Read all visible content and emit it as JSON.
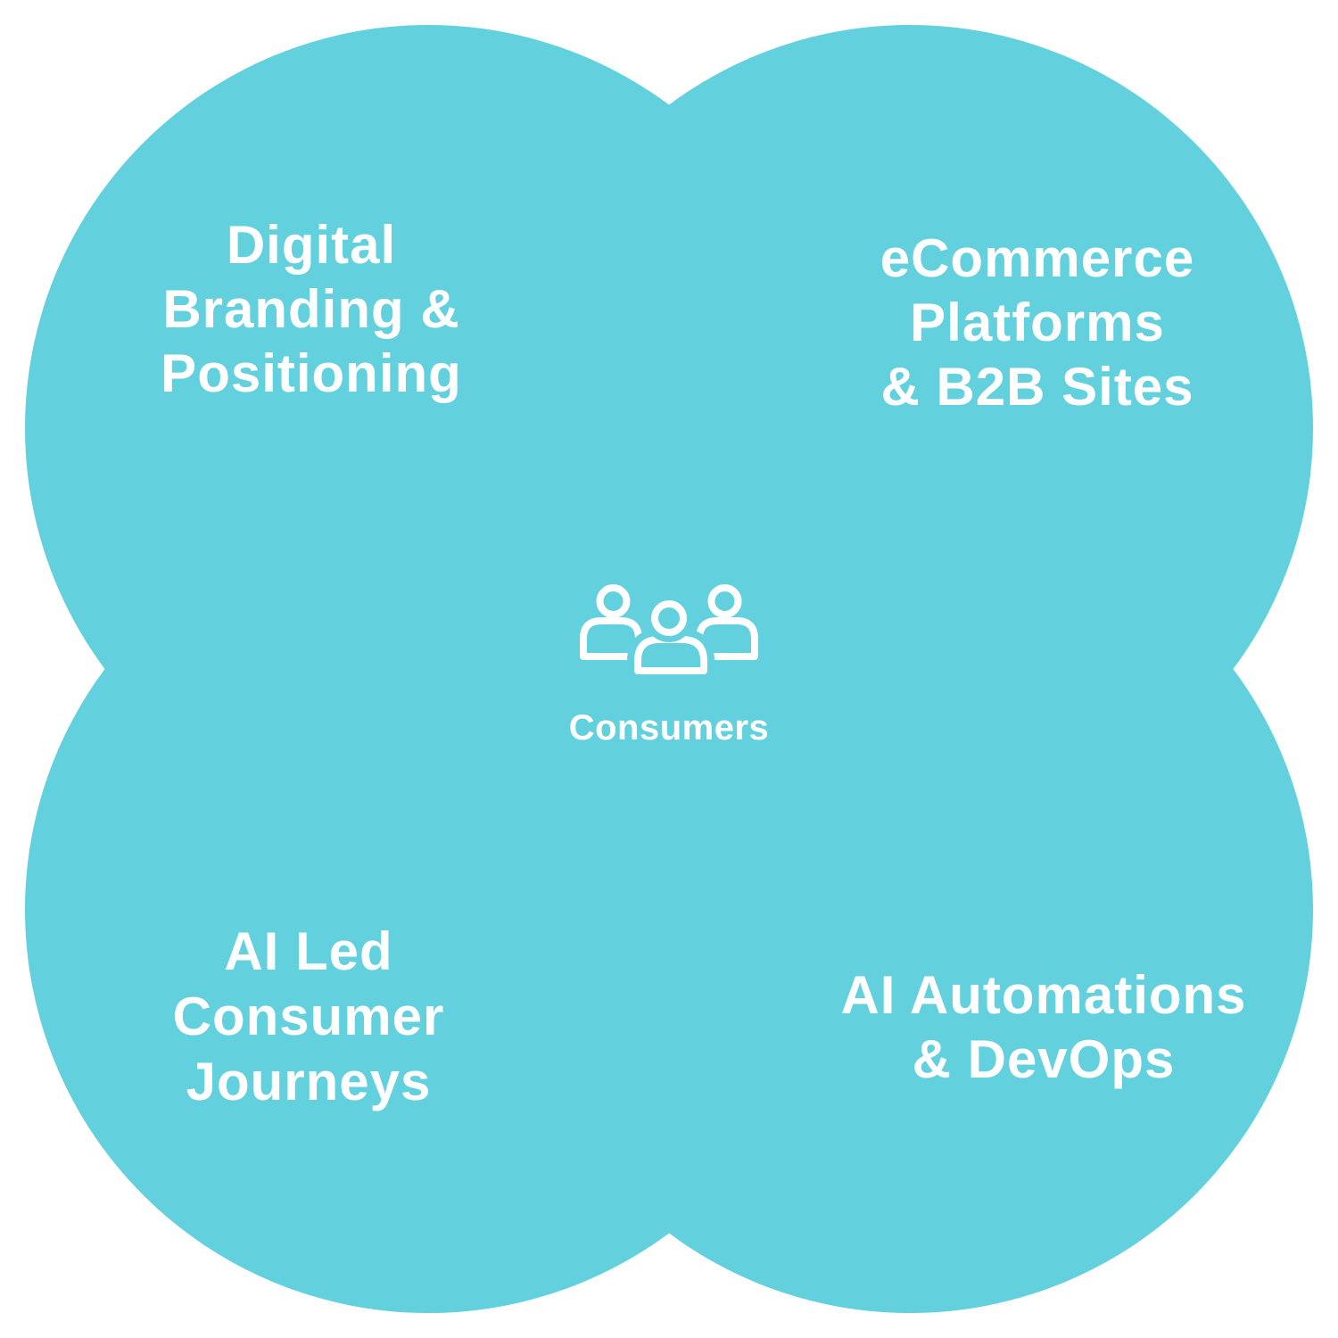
{
  "colors": {
    "petal": "#62d1dd",
    "text": "#ffffff"
  },
  "quadrants": {
    "top_left": {
      "lines": [
        "Digital",
        "Branding &",
        "Positioning"
      ]
    },
    "top_right": {
      "lines": [
        "eCommerce",
        "Platforms",
        "& B2B Sites"
      ]
    },
    "bottom_left": {
      "lines": [
        "AI Led",
        "Consumer",
        "Journeys"
      ]
    },
    "bottom_right": {
      "lines": [
        "AI Automations",
        "& DevOps"
      ]
    }
  },
  "center": {
    "label": "Consumers",
    "icon": "people-group-icon"
  }
}
